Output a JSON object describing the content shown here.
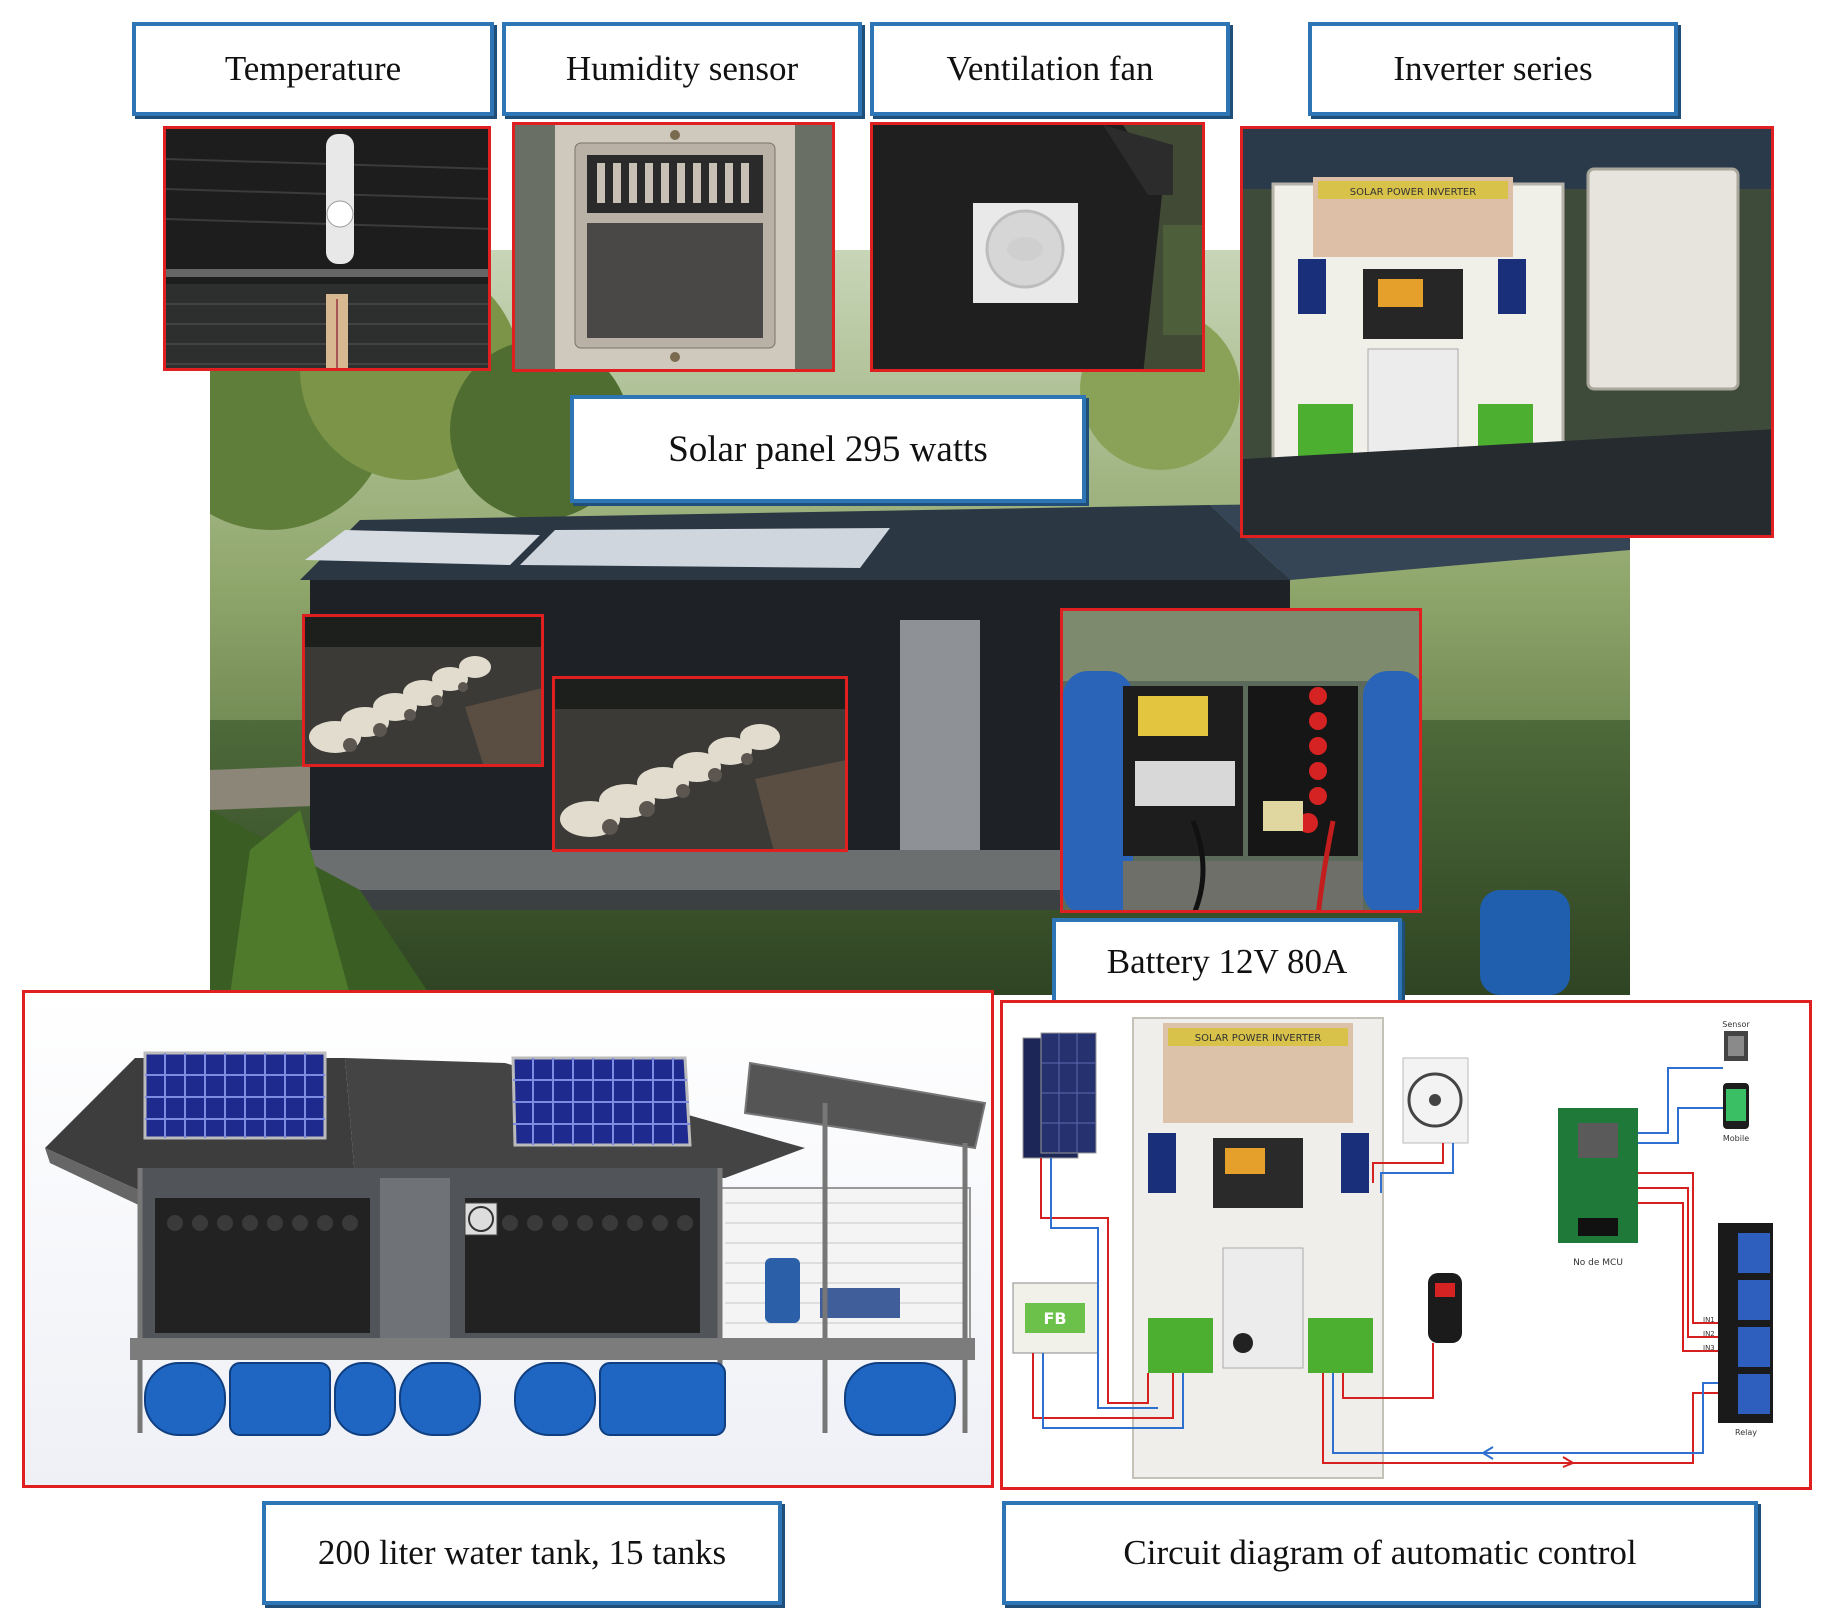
{
  "labels": {
    "temperature": "Temperature",
    "humidity_sensor": "Humidity sensor",
    "ventilation_fan": "Ventilation fan",
    "inverter_series": "Inverter series",
    "solar_panel": "Solar panel 295 watts",
    "battery": "Battery 12V 80A",
    "water_tank": "200 liter water tank, 15 tanks",
    "circuit_diagram": "Circuit diagram of automatic control"
  },
  "inverter": {
    "brand_line": "SOLAR POWER INVERTER"
  },
  "circuit": {
    "sensor_label": "Sensor",
    "mobile_label": "Mobile",
    "mcu_label": "No de MCU",
    "relay_label": "Relay",
    "battery_brand": "FB",
    "in1": "IN1",
    "in2": "IN2",
    "in3": "IN3"
  },
  "colors": {
    "label_border": "#2e75b6",
    "photo_border": "#e02020",
    "wire_red": "#d62020",
    "wire_blue": "#2f6fd0"
  }
}
